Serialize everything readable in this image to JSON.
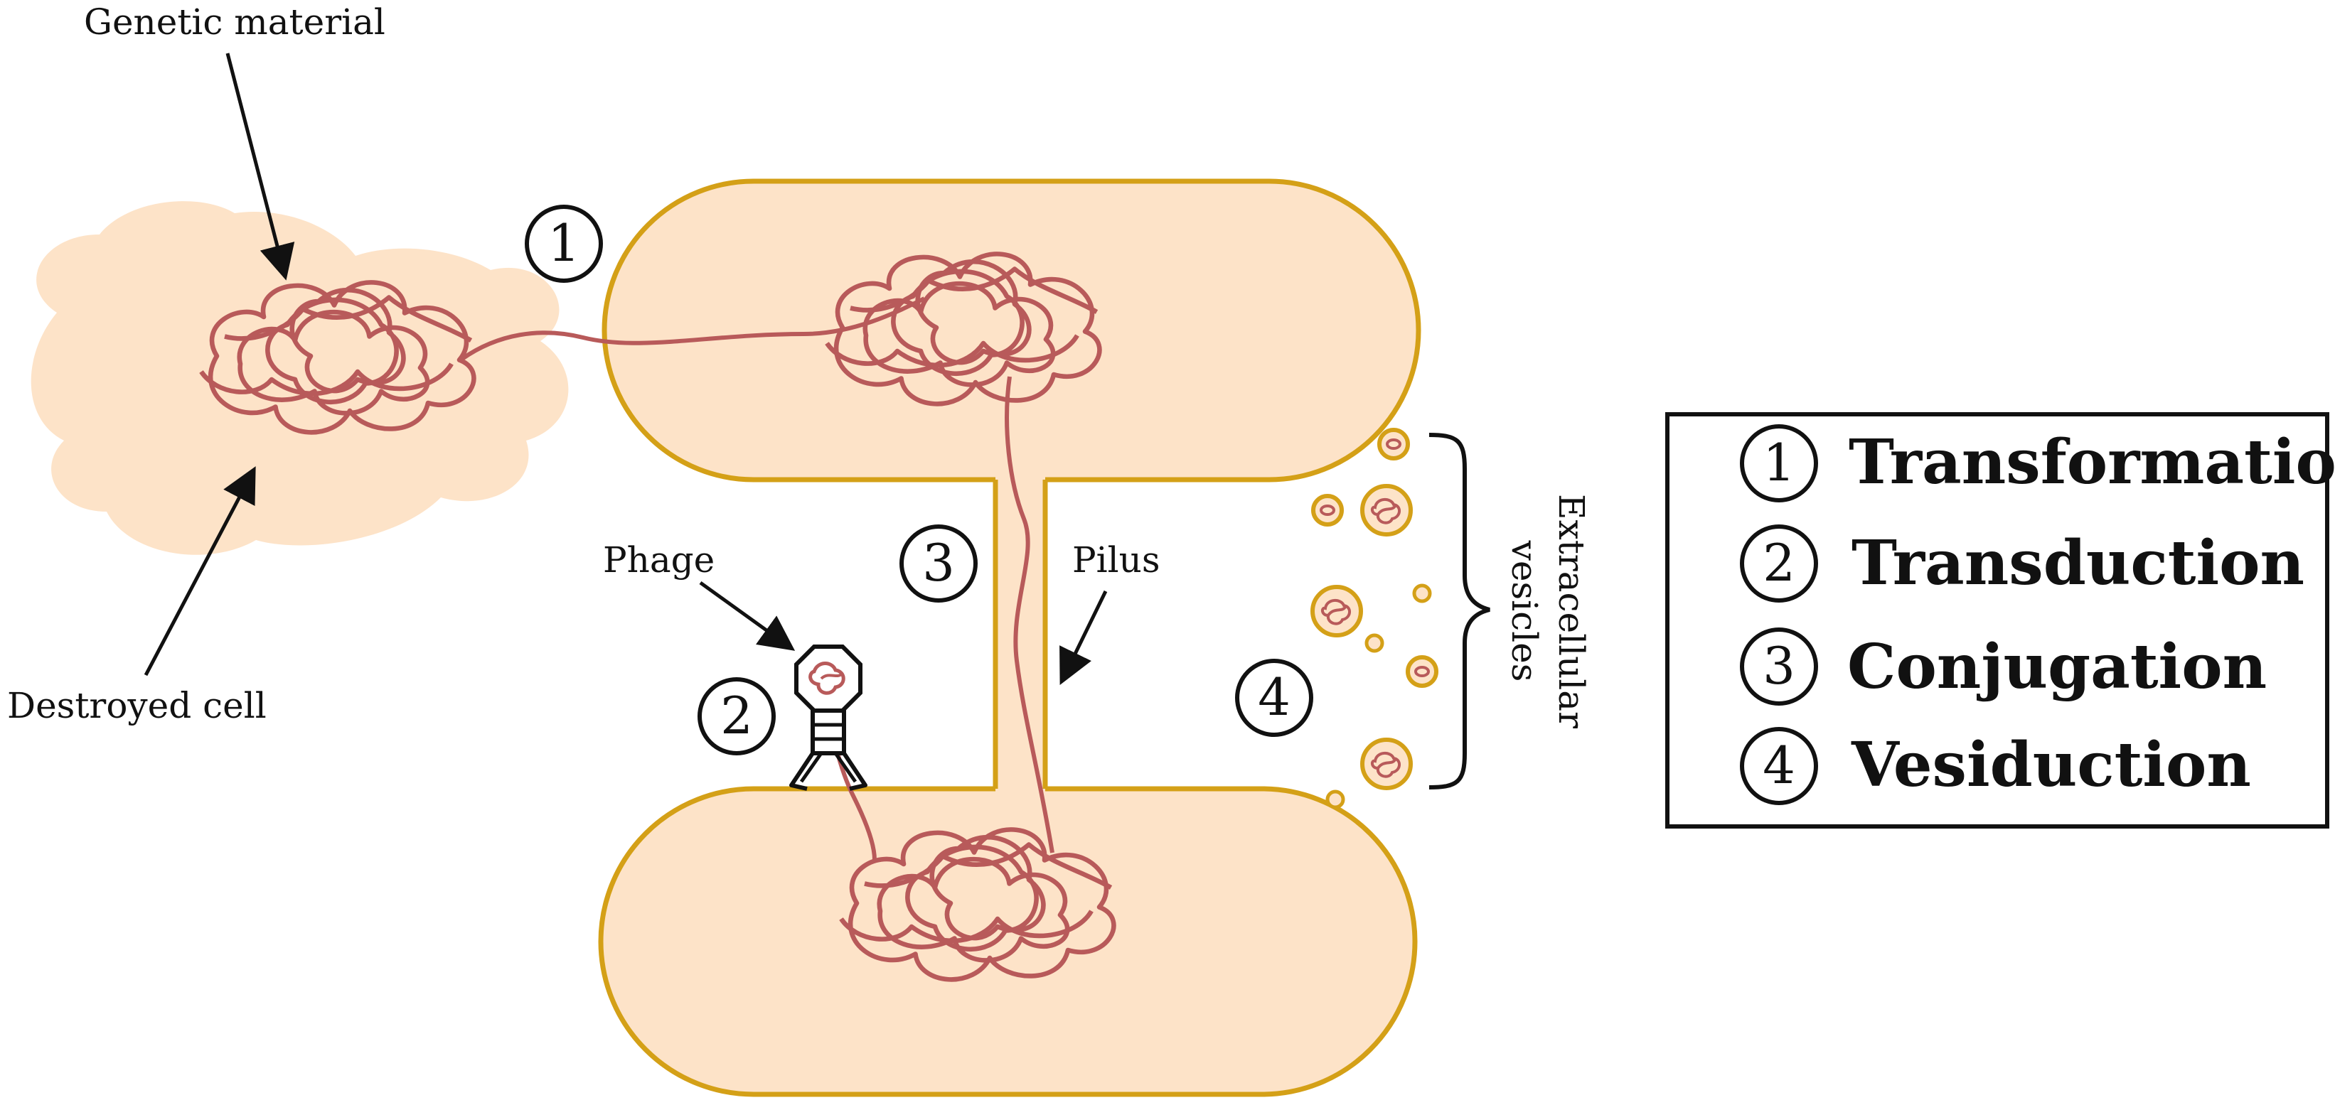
{
  "labels": {
    "genetic_material": "Genetic material",
    "destroyed_cell": "Destroyed cell",
    "phage": "Phage",
    "pilus": "Pilus",
    "extracellular_line1": "Extracellular",
    "extracellular_line2": "vesicles"
  },
  "markers": {
    "m1": "1",
    "m2": "2",
    "m3": "3",
    "m4": "4"
  },
  "legend": {
    "items": [
      {
        "num": "1",
        "label": "Transformation"
      },
      {
        "num": "2",
        "label": "Transduction"
      },
      {
        "num": "3",
        "label": "Conjugation"
      },
      {
        "num": "4",
        "label": "Vesiduction"
      }
    ]
  },
  "colors": {
    "cell_fill": "#fde3c8",
    "cell_stroke": "#d4a017",
    "dna": "#b85a5a",
    "ink": "#111111"
  }
}
